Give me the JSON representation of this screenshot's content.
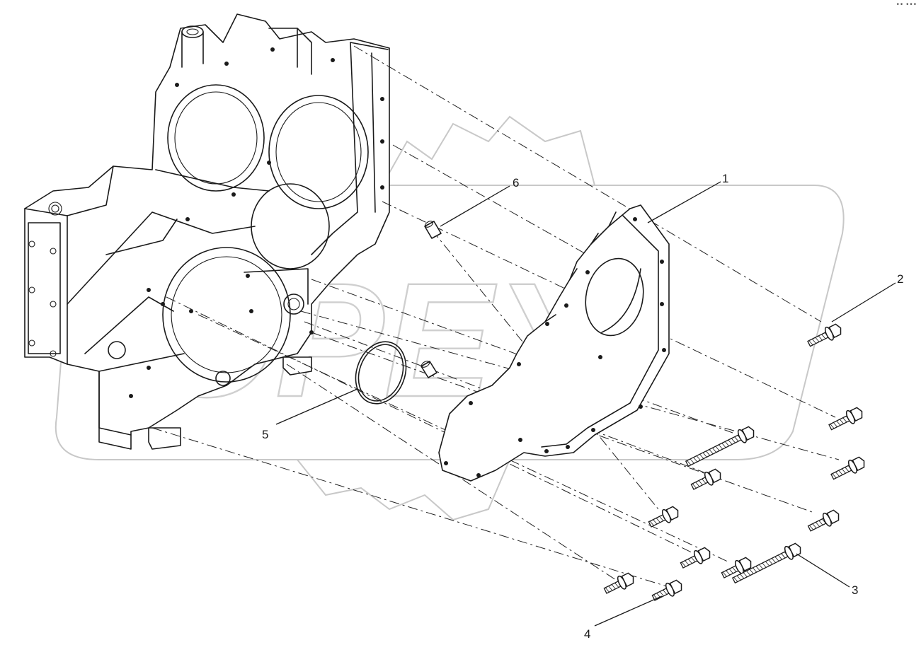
{
  "watermark": {
    "text": "OPEX"
  },
  "corner_mark": "•• •••",
  "callouts": [
    {
      "id": "1",
      "label": "1"
    },
    {
      "id": "2",
      "label": "2"
    },
    {
      "id": "3",
      "label": "3"
    },
    {
      "id": "4",
      "label": "4"
    },
    {
      "id": "5",
      "label": "5"
    },
    {
      "id": "6",
      "label": "6"
    }
  ]
}
